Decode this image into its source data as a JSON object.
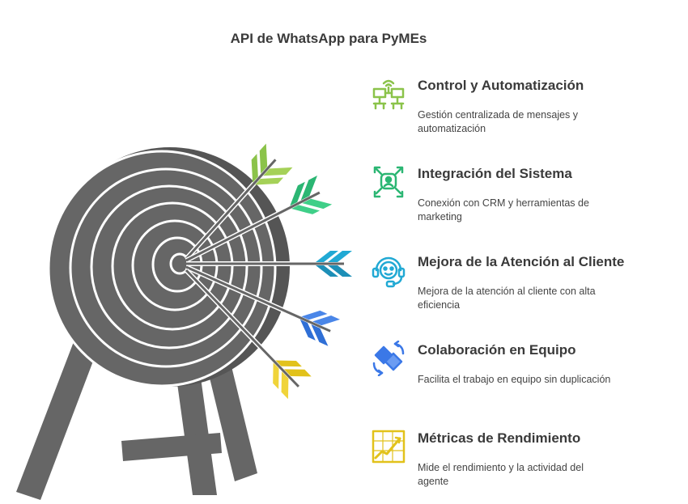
{
  "header": {
    "title": "API de WhatsApp para PyMEs"
  },
  "features": [
    {
      "title": "Control y Automatización",
      "description": "Gestión centralizada de mensajes y automatización",
      "icon": "control-panel-icon",
      "color": "#8bc34a"
    },
    {
      "title": "Integración del Sistema",
      "description": "Conexión con CRM y herramientas de marketing",
      "icon": "integration-hub-icon",
      "color": "#2bb673"
    },
    {
      "title": "Mejora de la Atención al Cliente",
      "description": "Mejora de la atención al cliente con alta eficiencia",
      "icon": "customer-support-icon",
      "color": "#21a9d4"
    },
    {
      "title": "Colaboración en Equipo",
      "description": "Facilita el trabajo en equipo sin duplicación",
      "icon": "team-collaboration-icon",
      "color": "#3b78e7"
    },
    {
      "title": "Métricas de Rendimiento",
      "description": "Mide el rendimiento y la actividad del agente",
      "icon": "performance-chart-icon",
      "color": "#e2c21b"
    }
  ],
  "illustration": {
    "icon": "archery-target-icon",
    "target_color": "#666666"
  }
}
